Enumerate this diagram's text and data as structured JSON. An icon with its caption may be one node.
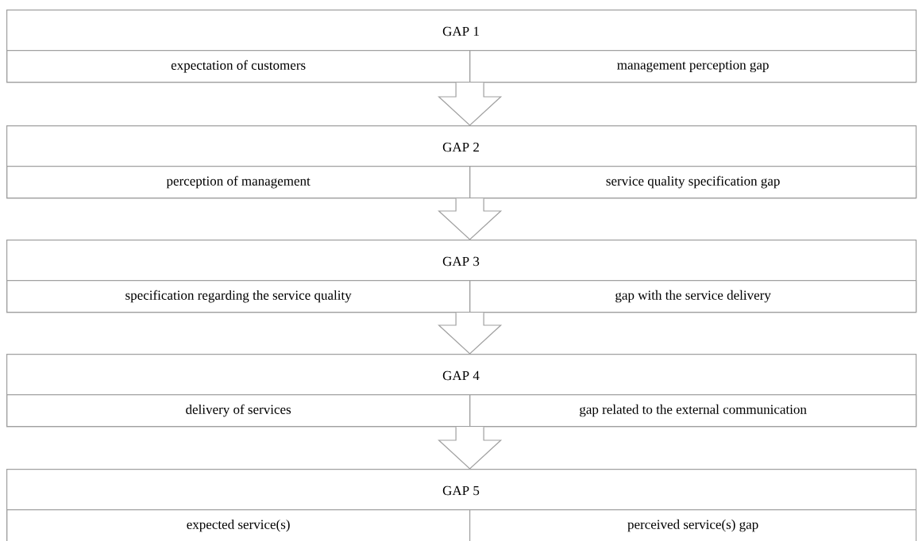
{
  "diagram": {
    "nodes": [
      {
        "text": [
          "GAP 1"
        ]
      },
      {
        "text": [
          "expectation of customers"
        ],
        "in": 0
      },
      {
        "text": [
          "management perception gap"
        ],
        "in": 0
      },
      {
        "text": [
          "GAP 2"
        ]
      },
      {
        "text": [
          "perception of management"
        ],
        "in": 3
      },
      {
        "text": [
          "service quality specification gap"
        ],
        "in": 3
      },
      {
        "text": [
          "GAP 3"
        ]
      },
      {
        "text": [
          "specification regarding the service quality"
        ],
        "in": 6
      },
      {
        "text": [
          "gap with the service delivery"
        ],
        "in": 6
      },
      {
        "text": [
          "GAP 4"
        ]
      },
      {
        "text": [
          "delivery of services"
        ],
        "in": 9
      },
      {
        "text": [
          "gap related to the external communication"
        ],
        "in": 9
      },
      {
        "text": [
          "GAP 5"
        ]
      },
      {
        "text": [
          "expected service(s)"
        ],
        "in": 12
      },
      {
        "text": [
          "perceived service(s) gap"
        ],
        "in": 12
      }
    ],
    "edges": [
      {
        "from": 0,
        "to": 3,
        "arrow": "to"
      },
      {
        "from": 3,
        "to": 6,
        "arrow": "to"
      },
      {
        "from": 6,
        "to": 9,
        "arrow": "to"
      },
      {
        "from": 9,
        "to": 12,
        "arrow": "to"
      }
    ]
  }
}
